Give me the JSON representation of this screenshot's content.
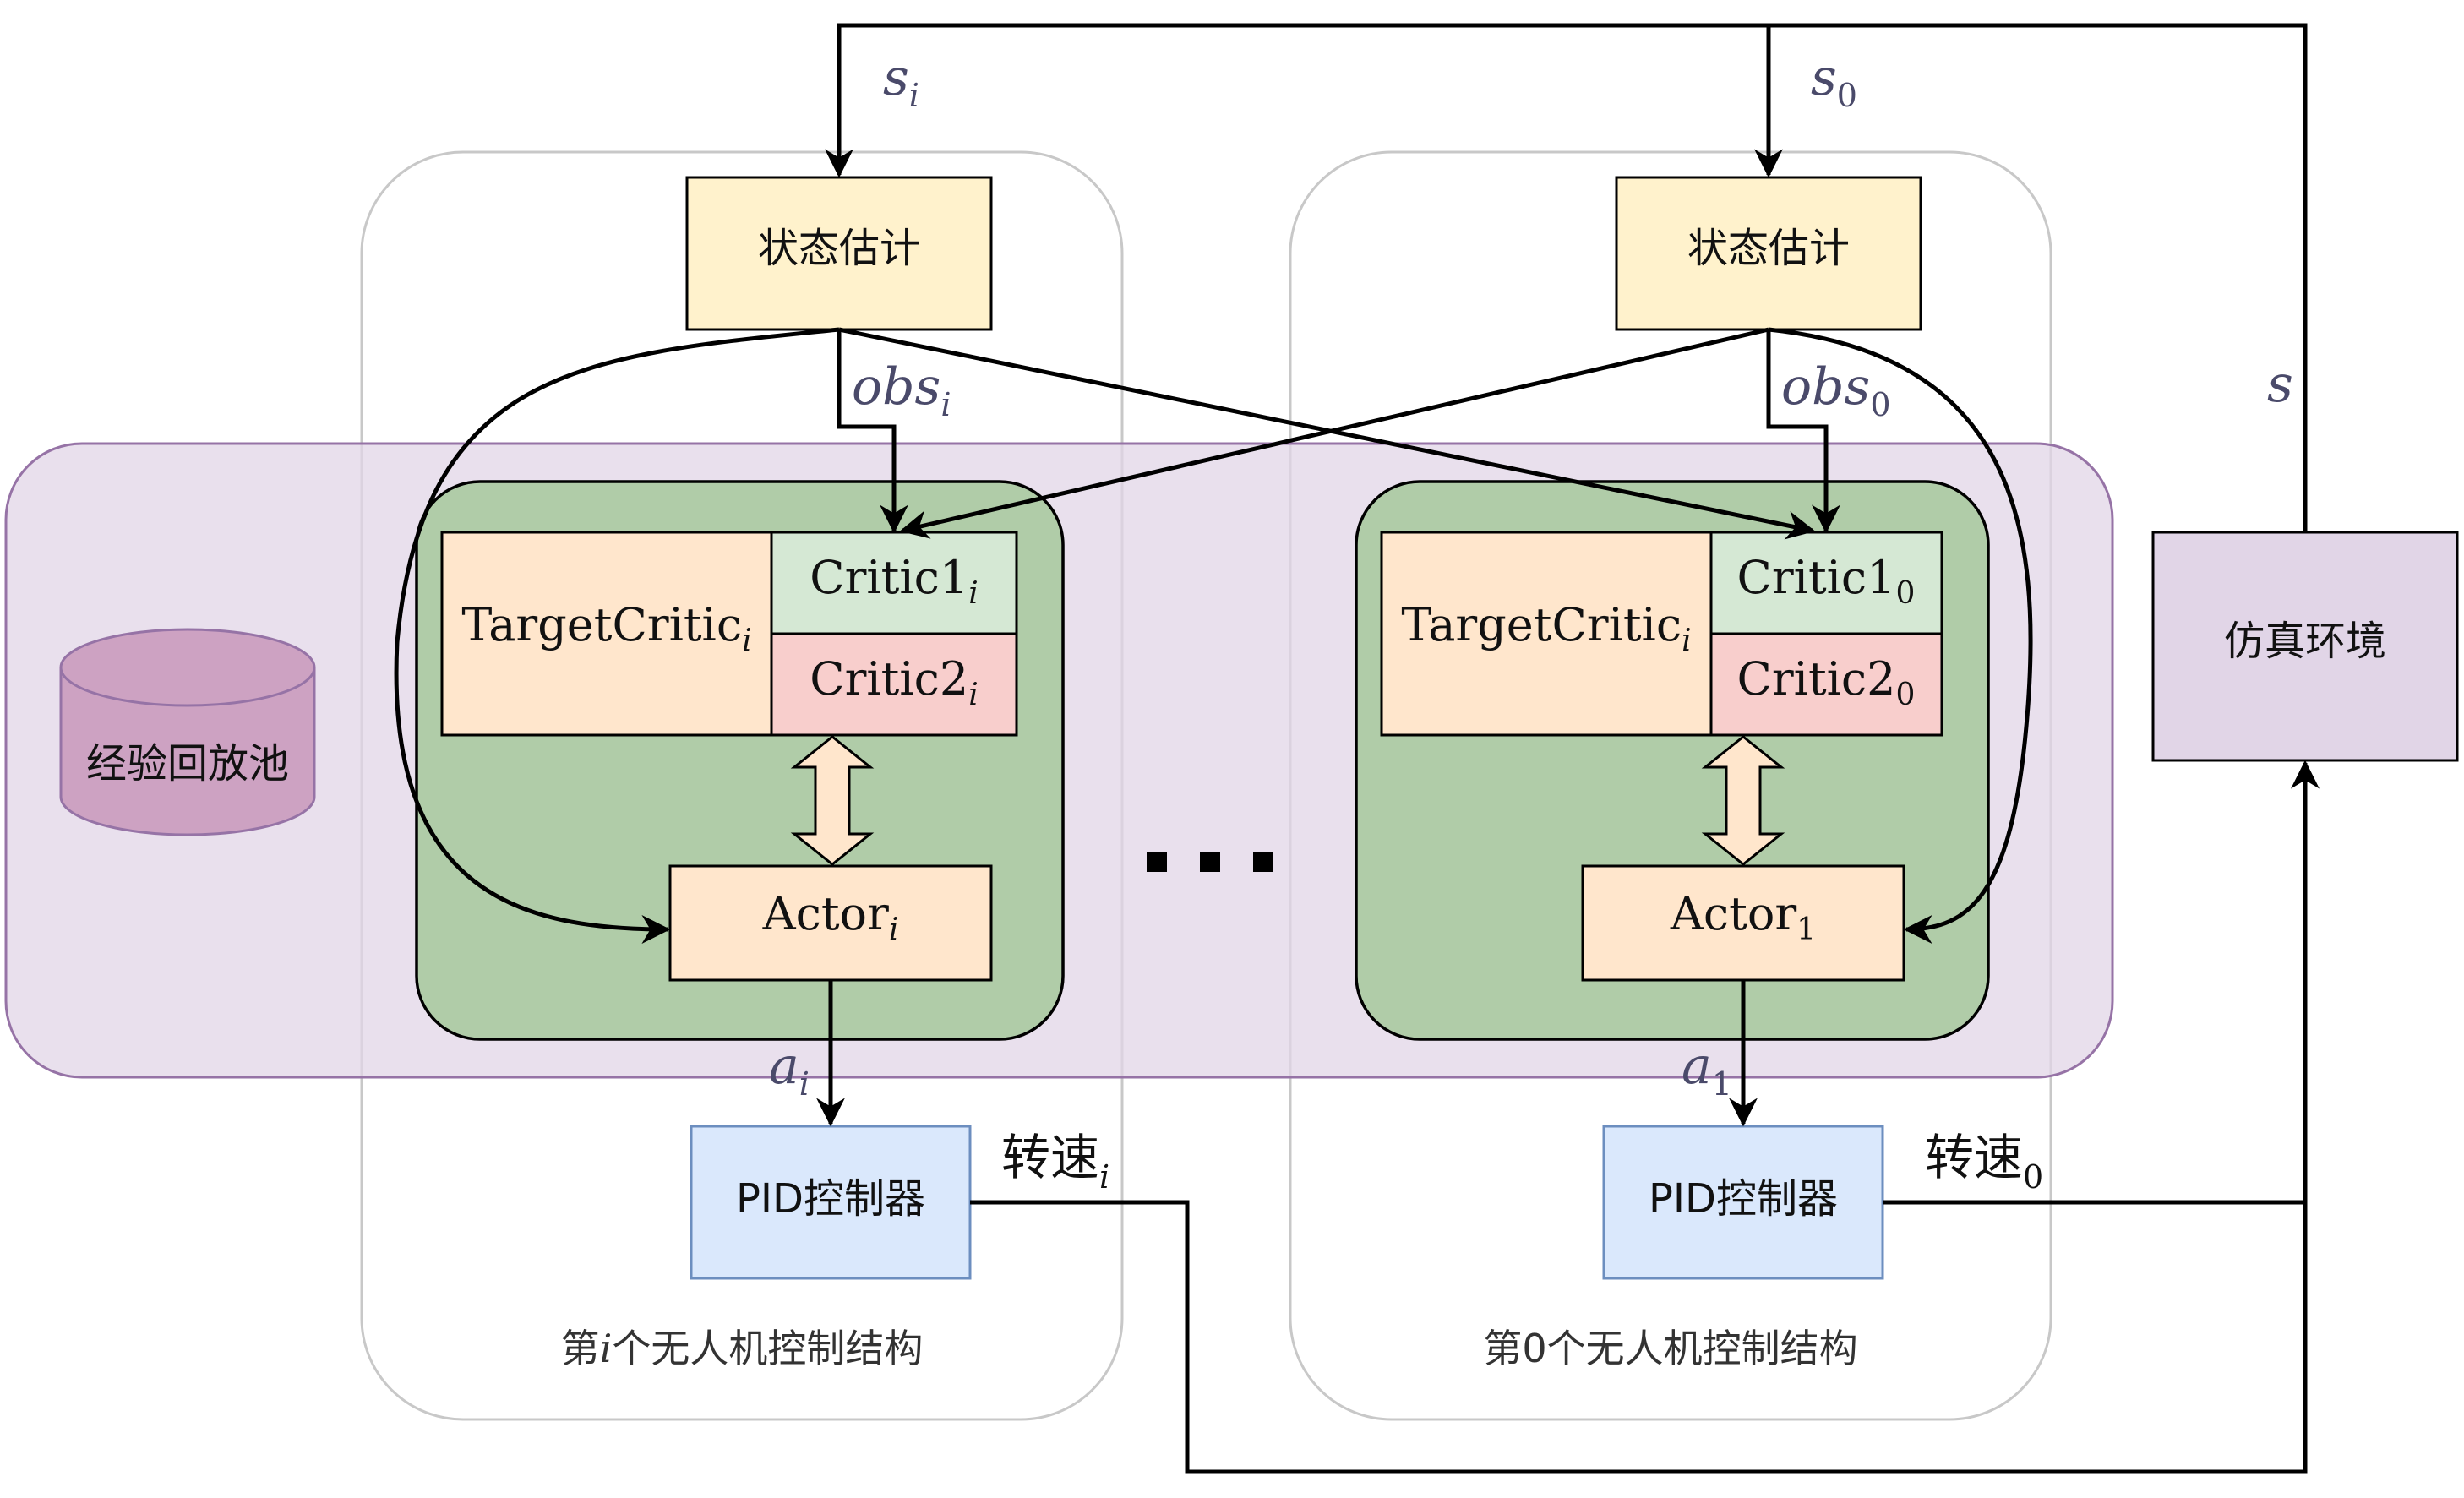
{
  "left_unit": {
    "caption_pre": "第",
    "caption_var": "i",
    "caption_post": "个无人机控制结构",
    "state_estimator": "状态估计",
    "input_var": "s",
    "input_sub": "i",
    "obs_var": "obs",
    "obs_sub": "i",
    "target_critic": "TargetCritic",
    "target_critic_sub": "i",
    "critic1": "Critic1",
    "critic1_sub": "i",
    "critic2": "Critic2",
    "critic2_sub": "i",
    "actor": "Actor",
    "actor_sub": "i",
    "action_var": "a",
    "action_sub": "i",
    "pid": "PID控制器",
    "speed": "转速",
    "speed_sub": "i"
  },
  "right_unit": {
    "caption": "第0个无人机控制结构",
    "state_estimator": "状态估计",
    "input_var": "s",
    "input_sub": "0",
    "obs_var": "obs",
    "obs_sub": "0",
    "target_critic": "TargetCritic",
    "target_critic_sub": "i",
    "critic1": "Critic1",
    "critic1_sub": "0",
    "critic2": "Critic2",
    "critic2_sub": "0",
    "actor": "Actor",
    "actor_sub": "1",
    "action_var": "a",
    "action_sub": "1",
    "pid": "PID控制器",
    "speed": "转速",
    "speed_sub": "0"
  },
  "replay_buffer": "经验回放池",
  "environment": "仿真环境",
  "env_state_var": "s",
  "colors": {
    "estimator_fill": "#fff2cc",
    "critic1_fill": "#d5e8d4",
    "critic2_fill": "#f8cecc",
    "actor_fill": "#ffe6cc",
    "agent_fill": "#b0cca8",
    "pid_fill": "#dae8fc",
    "pid_stroke": "#6c8ebf",
    "band_fill": "#e1d5e7",
    "band_stroke": "#9673a6",
    "cylinder_fill": "#cda2c2",
    "env_fill": "#e1d5e7",
    "math_text": "#4a4a6a"
  }
}
